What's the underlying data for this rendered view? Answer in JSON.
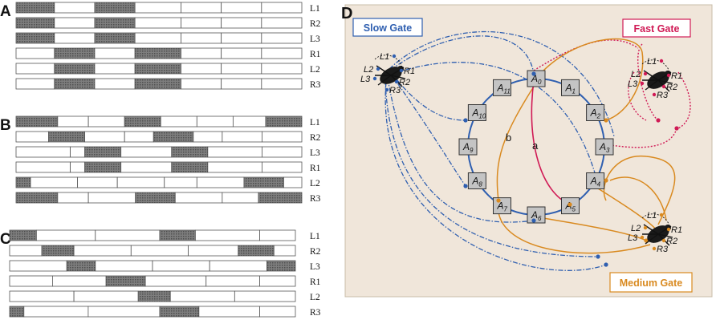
{
  "panels": [
    {
      "letter": "A",
      "rows": [
        {
          "label": "L1",
          "cells": [
            [
              0,
              0.1,
              1
            ],
            [
              0.1,
              0.205,
              0
            ],
            [
              0.205,
              0.31,
              1
            ],
            [
              0.31,
              0.43,
              0
            ],
            [
              0.43,
              0.535,
              0
            ],
            [
              0.535,
              0.64,
              0
            ],
            [
              0.64,
              0.745,
              0
            ]
          ]
        },
        {
          "label": "R2",
          "cells": [
            [
              0,
              0.1,
              1
            ],
            [
              0.1,
              0.205,
              0
            ],
            [
              0.205,
              0.31,
              1
            ],
            [
              0.31,
              0.43,
              0
            ],
            [
              0.43,
              0.535,
              0
            ],
            [
              0.535,
              0.64,
              0
            ],
            [
              0.64,
              0.745,
              0
            ]
          ]
        },
        {
          "label": "L3",
          "cells": [
            [
              0,
              0.1,
              1
            ],
            [
              0.1,
              0.205,
              0
            ],
            [
              0.205,
              0.31,
              1
            ],
            [
              0.31,
              0.43,
              0
            ],
            [
              0.43,
              0.535,
              0
            ],
            [
              0.535,
              0.64,
              0
            ],
            [
              0.64,
              0.745,
              0
            ]
          ]
        },
        {
          "label": "R1",
          "cells": [
            [
              0,
              0.1,
              0
            ],
            [
              0.1,
              0.205,
              1
            ],
            [
              0.205,
              0.31,
              0
            ],
            [
              0.31,
              0.43,
              1
            ],
            [
              0.43,
              0.535,
              0
            ],
            [
              0.535,
              0.64,
              0
            ],
            [
              0.64,
              0.745,
              0
            ]
          ]
        },
        {
          "label": "L2",
          "cells": [
            [
              0,
              0.1,
              0
            ],
            [
              0.1,
              0.205,
              1
            ],
            [
              0.205,
              0.31,
              0
            ],
            [
              0.31,
              0.43,
              1
            ],
            [
              0.43,
              0.535,
              0
            ],
            [
              0.535,
              0.64,
              0
            ],
            [
              0.64,
              0.745,
              0
            ]
          ]
        },
        {
          "label": "R3",
          "cells": [
            [
              0,
              0.1,
              0
            ],
            [
              0.1,
              0.205,
              1
            ],
            [
              0.205,
              0.31,
              0
            ],
            [
              0.31,
              0.43,
              1
            ],
            [
              0.43,
              0.535,
              0
            ],
            [
              0.535,
              0.64,
              0
            ],
            [
              0.64,
              0.745,
              0
            ]
          ]
        }
      ]
    },
    {
      "letter": "B",
      "rows": [
        {
          "label": "L1",
          "cells": [
            [
              0,
              0.115,
              1
            ],
            [
              0.115,
              0.2,
              0
            ],
            [
              0.2,
              0.3,
              0
            ],
            [
              0.3,
              0.4,
              1
            ],
            [
              0.4,
              0.5,
              0
            ],
            [
              0.5,
              0.6,
              0
            ],
            [
              0.6,
              0.69,
              0
            ],
            [
              0.69,
              0.79,
              1
            ]
          ]
        },
        {
          "label": "R2",
          "cells": [
            [
              0,
              0.09,
              0
            ],
            [
              0.09,
              0.19,
              1
            ],
            [
              0.19,
              0.3,
              0
            ],
            [
              0.3,
              0.38,
              0
            ],
            [
              0.38,
              0.49,
              1
            ],
            [
              0.49,
              0.57,
              0
            ],
            [
              0.57,
              0.68,
              0
            ],
            [
              0.68,
              0.79,
              0
            ]
          ]
        },
        {
          "label": "L3",
          "cells": [
            [
              0,
              0.15,
              0
            ],
            [
              0.15,
              0.19,
              0
            ],
            [
              0.19,
              0.29,
              1
            ],
            [
              0.29,
              0.43,
              0
            ],
            [
              0.43,
              0.53,
              1
            ],
            [
              0.53,
              0.68,
              0
            ],
            [
              0.68,
              0.79,
              0
            ]
          ]
        },
        {
          "label": "R1",
          "cells": [
            [
              0,
              0.15,
              0
            ],
            [
              0.15,
              0.19,
              0
            ],
            [
              0.19,
              0.29,
              1
            ],
            [
              0.29,
              0.43,
              0
            ],
            [
              0.43,
              0.53,
              1
            ],
            [
              0.53,
              0.68,
              0
            ],
            [
              0.68,
              0.79,
              0
            ]
          ]
        },
        {
          "label": "L2",
          "cells": [
            [
              0,
              0.04,
              1
            ],
            [
              0.04,
              0.17,
              0
            ],
            [
              0.17,
              0.28,
              0
            ],
            [
              0.28,
              0.41,
              0
            ],
            [
              0.41,
              0.5,
              0
            ],
            [
              0.5,
              0.63,
              0
            ],
            [
              0.63,
              0.74,
              1
            ],
            [
              0.74,
              0.79,
              0
            ]
          ]
        },
        {
          "label": "R3",
          "cells": [
            [
              0,
              0.115,
              1
            ],
            [
              0.115,
              0.2,
              0
            ],
            [
              0.2,
              0.33,
              0
            ],
            [
              0.33,
              0.44,
              1
            ],
            [
              0.44,
              0.57,
              0
            ],
            [
              0.57,
              0.67,
              0
            ],
            [
              0.67,
              0.79,
              1
            ]
          ]
        }
      ]
    },
    {
      "letter": "C",
      "rows": [
        {
          "label": "L1",
          "cells": [
            [
              0,
              0.075,
              1
            ],
            [
              0.075,
              0.24,
              0
            ],
            [
              0.24,
              0.42,
              0
            ],
            [
              0.42,
              0.52,
              1
            ],
            [
              0.52,
              0.7,
              0
            ],
            [
              0.7,
              0.8,
              0
            ]
          ]
        },
        {
          "label": "R2",
          "cells": [
            [
              0,
              0.09,
              0
            ],
            [
              0.09,
              0.18,
              1
            ],
            [
              0.18,
              0.34,
              0
            ],
            [
              0.34,
              0.5,
              0
            ],
            [
              0.5,
              0.64,
              0
            ],
            [
              0.64,
              0.74,
              1
            ],
            [
              0.74,
              0.8,
              0
            ]
          ]
        },
        {
          "label": "L3",
          "cells": [
            [
              0,
              0.16,
              0
            ],
            [
              0.16,
              0.24,
              1
            ],
            [
              0.24,
              0.4,
              0
            ],
            [
              0.4,
              0.56,
              0
            ],
            [
              0.56,
              0.72,
              0
            ],
            [
              0.72,
              0.8,
              1
            ]
          ]
        },
        {
          "label": "R1",
          "cells": [
            [
              0,
              0.12,
              0
            ],
            [
              0.12,
              0.27,
              0
            ],
            [
              0.27,
              0.38,
              1
            ],
            [
              0.38,
              0.55,
              0
            ],
            [
              0.55,
              0.7,
              0
            ],
            [
              0.7,
              0.8,
              0
            ]
          ]
        },
        {
          "label": "L2",
          "cells": [
            [
              0,
              0.18,
              0
            ],
            [
              0.18,
              0.36,
              0
            ],
            [
              0.36,
              0.45,
              1
            ],
            [
              0.45,
              0.63,
              0
            ],
            [
              0.63,
              0.8,
              0
            ]
          ]
        },
        {
          "label": "R3",
          "cells": [
            [
              0,
              0.04,
              1
            ],
            [
              0.04,
              0.22,
              0
            ],
            [
              0.22,
              0.42,
              0
            ],
            [
              0.42,
              0.53,
              1
            ],
            [
              0.53,
              0.7,
              0
            ],
            [
              0.7,
              0.8,
              0
            ]
          ]
        }
      ]
    }
  ],
  "panel_d": {
    "letter": "D",
    "gates": {
      "slow": {
        "label": "Slow Gate",
        "color": "#2f5fb0"
      },
      "fast": {
        "label": "Fast Gate",
        "color": "#d01a55"
      },
      "medium": {
        "label": "Medium Gate",
        "color": "#d98a20"
      }
    },
    "nodes": [
      {
        "sub": "0"
      },
      {
        "sub": "1"
      },
      {
        "sub": "2"
      },
      {
        "sub": "3"
      },
      {
        "sub": "4"
      },
      {
        "sub": "5"
      },
      {
        "sub": "6"
      },
      {
        "sub": "7"
      },
      {
        "sub": "8"
      },
      {
        "sub": "9"
      },
      {
        "sub": "10"
      },
      {
        "sub": "11"
      }
    ],
    "node_letter": "A",
    "path_labels": {
      "a": "a",
      "b": "b"
    },
    "legs": [
      "L1",
      "L2",
      "L3",
      "R1",
      "R2",
      "R3"
    ],
    "background": "#f0e6da"
  }
}
